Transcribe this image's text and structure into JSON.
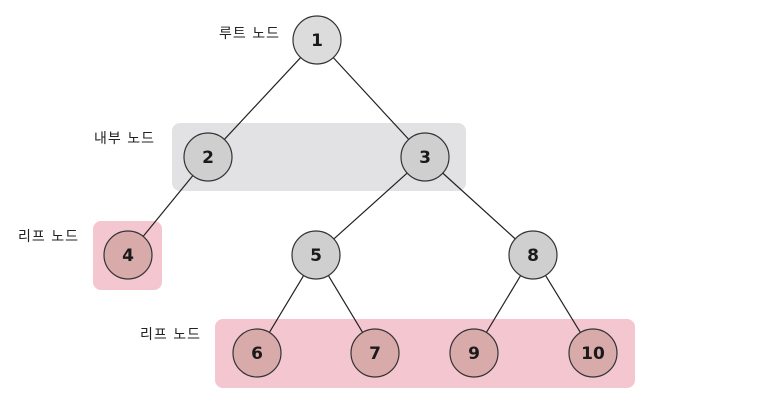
{
  "colors": {
    "internal_region": "#e2e2e4",
    "leaf_region": "#f3c6d0",
    "root_node": "#dcdcdc",
    "internal_node": "#cfcfcf",
    "leaf_node": "#d8aaaa",
    "edge": "#222222",
    "node_stroke": "#333333"
  },
  "labels": {
    "root": "루트 노드",
    "internal": "내부 노드",
    "leaf_single": "리프 노드",
    "leaf_group": "리프 노드"
  },
  "nodes": [
    {
      "id": "1",
      "label": "1",
      "kind": "root"
    },
    {
      "id": "2",
      "label": "2",
      "kind": "internal"
    },
    {
      "id": "3",
      "label": "3",
      "kind": "internal"
    },
    {
      "id": "4",
      "label": "4",
      "kind": "leaf"
    },
    {
      "id": "5",
      "label": "5",
      "kind": "internal"
    },
    {
      "id": "8",
      "label": "8",
      "kind": "internal"
    },
    {
      "id": "6",
      "label": "6",
      "kind": "leaf"
    },
    {
      "id": "7",
      "label": "7",
      "kind": "leaf"
    },
    {
      "id": "9",
      "label": "9",
      "kind": "leaf"
    },
    {
      "id": "10",
      "label": "10",
      "kind": "leaf"
    }
  ],
  "edges": [
    {
      "from": "1",
      "to": "2"
    },
    {
      "from": "1",
      "to": "3"
    },
    {
      "from": "2",
      "to": "4"
    },
    {
      "from": "3",
      "to": "5"
    },
    {
      "from": "3",
      "to": "8"
    },
    {
      "from": "5",
      "to": "6"
    },
    {
      "from": "5",
      "to": "7"
    },
    {
      "from": "8",
      "to": "9"
    },
    {
      "from": "8",
      "to": "10"
    }
  ]
}
